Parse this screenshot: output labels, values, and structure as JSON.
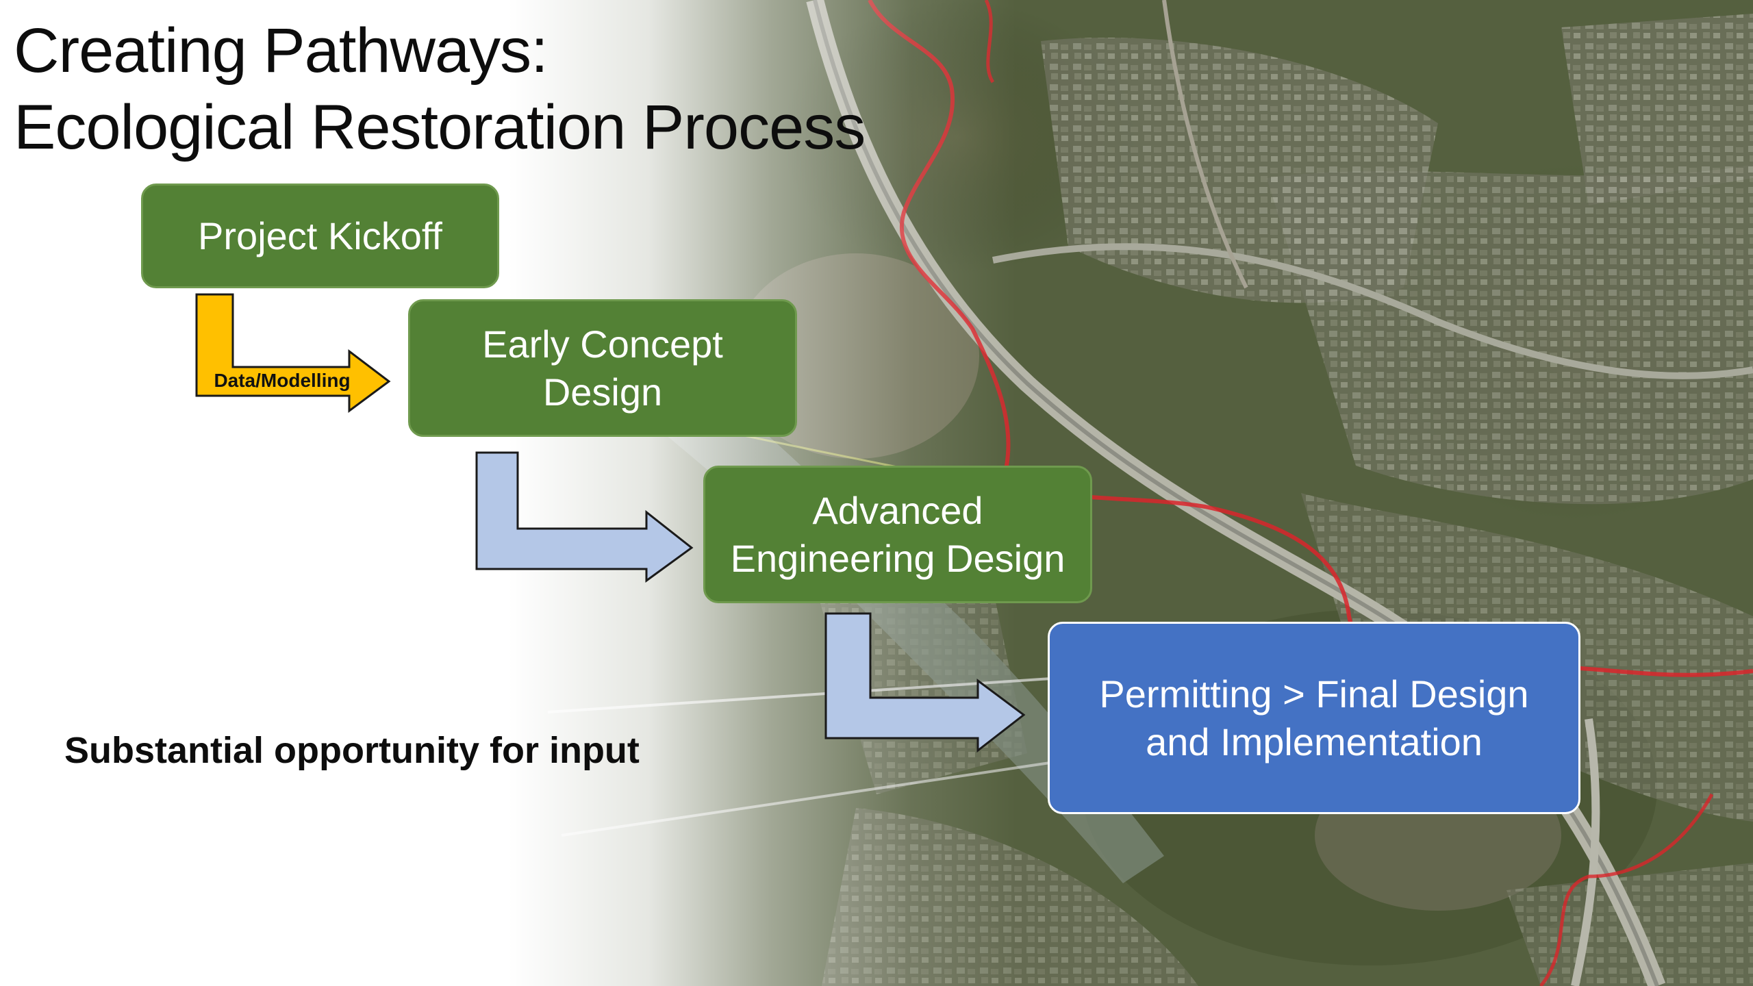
{
  "title": {
    "line1": "Creating Pathways:",
    "line2": "Ecological Restoration Process"
  },
  "steps": [
    {
      "label": "Project Kickoff",
      "color": "#538135"
    },
    {
      "label": "Early Concept Design",
      "color": "#538135"
    },
    {
      "label": "Advanced Engineering Design",
      "color": "#538135"
    },
    {
      "label": "Permitting > Final Design and Implementation",
      "color": "#4472c4"
    }
  ],
  "connectors": [
    {
      "label": "Data/Modelling",
      "color": "#ffc000"
    },
    {
      "label": "",
      "color": "#b4c7e7"
    },
    {
      "label": "",
      "color": "#b4c7e7"
    }
  ],
  "note": "Substantial opportunity for input",
  "background": {
    "type": "aerial-map",
    "route_color": "#d9262b"
  }
}
